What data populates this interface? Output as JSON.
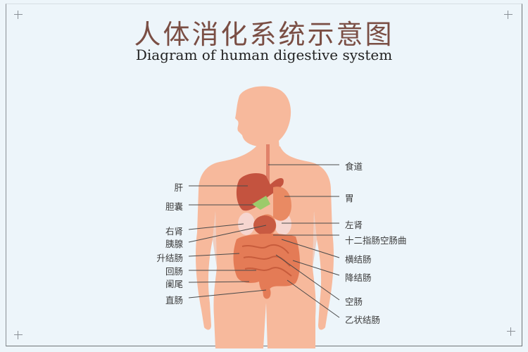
{
  "title": {
    "chinese": "人体消化系统示意图",
    "english": "Diagram of human digestive system"
  },
  "colors": {
    "background": "#edf5fa",
    "skin": "#f7b99c",
    "skin_dark": "#f2a888",
    "liver": "#c4533f",
    "stomach": "#e98a63",
    "gallbladder": "#9ccb6a",
    "intestine": "#e47b56",
    "kidney": "#f6d6d0",
    "title": "#7a4e44",
    "leader_line": "#4a4a4a"
  },
  "labels_left": [
    {
      "id": "liver",
      "text": "肝"
    },
    {
      "id": "gallbladder",
      "text": "胆囊"
    },
    {
      "id": "right-kidney",
      "text": "右肾"
    },
    {
      "id": "pancreas",
      "text": "胰腺"
    },
    {
      "id": "ascending-colon",
      "text": "升结肠"
    },
    {
      "id": "ileum",
      "text": "回肠"
    },
    {
      "id": "appendix",
      "text": "阑尾"
    },
    {
      "id": "rectum",
      "text": "直肠"
    }
  ],
  "labels_right": [
    {
      "id": "esophagus",
      "text": "食道"
    },
    {
      "id": "stomach",
      "text": "胃"
    },
    {
      "id": "left-kidney",
      "text": "左肾"
    },
    {
      "id": "duodenojejunal-flexure",
      "text": "十二指肠空肠曲"
    },
    {
      "id": "transverse-colon",
      "text": "横结肠"
    },
    {
      "id": "descending-colon",
      "text": "降结肠"
    },
    {
      "id": "jejunum",
      "text": "空肠"
    },
    {
      "id": "sigmoid-colon",
      "text": "乙状结肠"
    }
  ]
}
